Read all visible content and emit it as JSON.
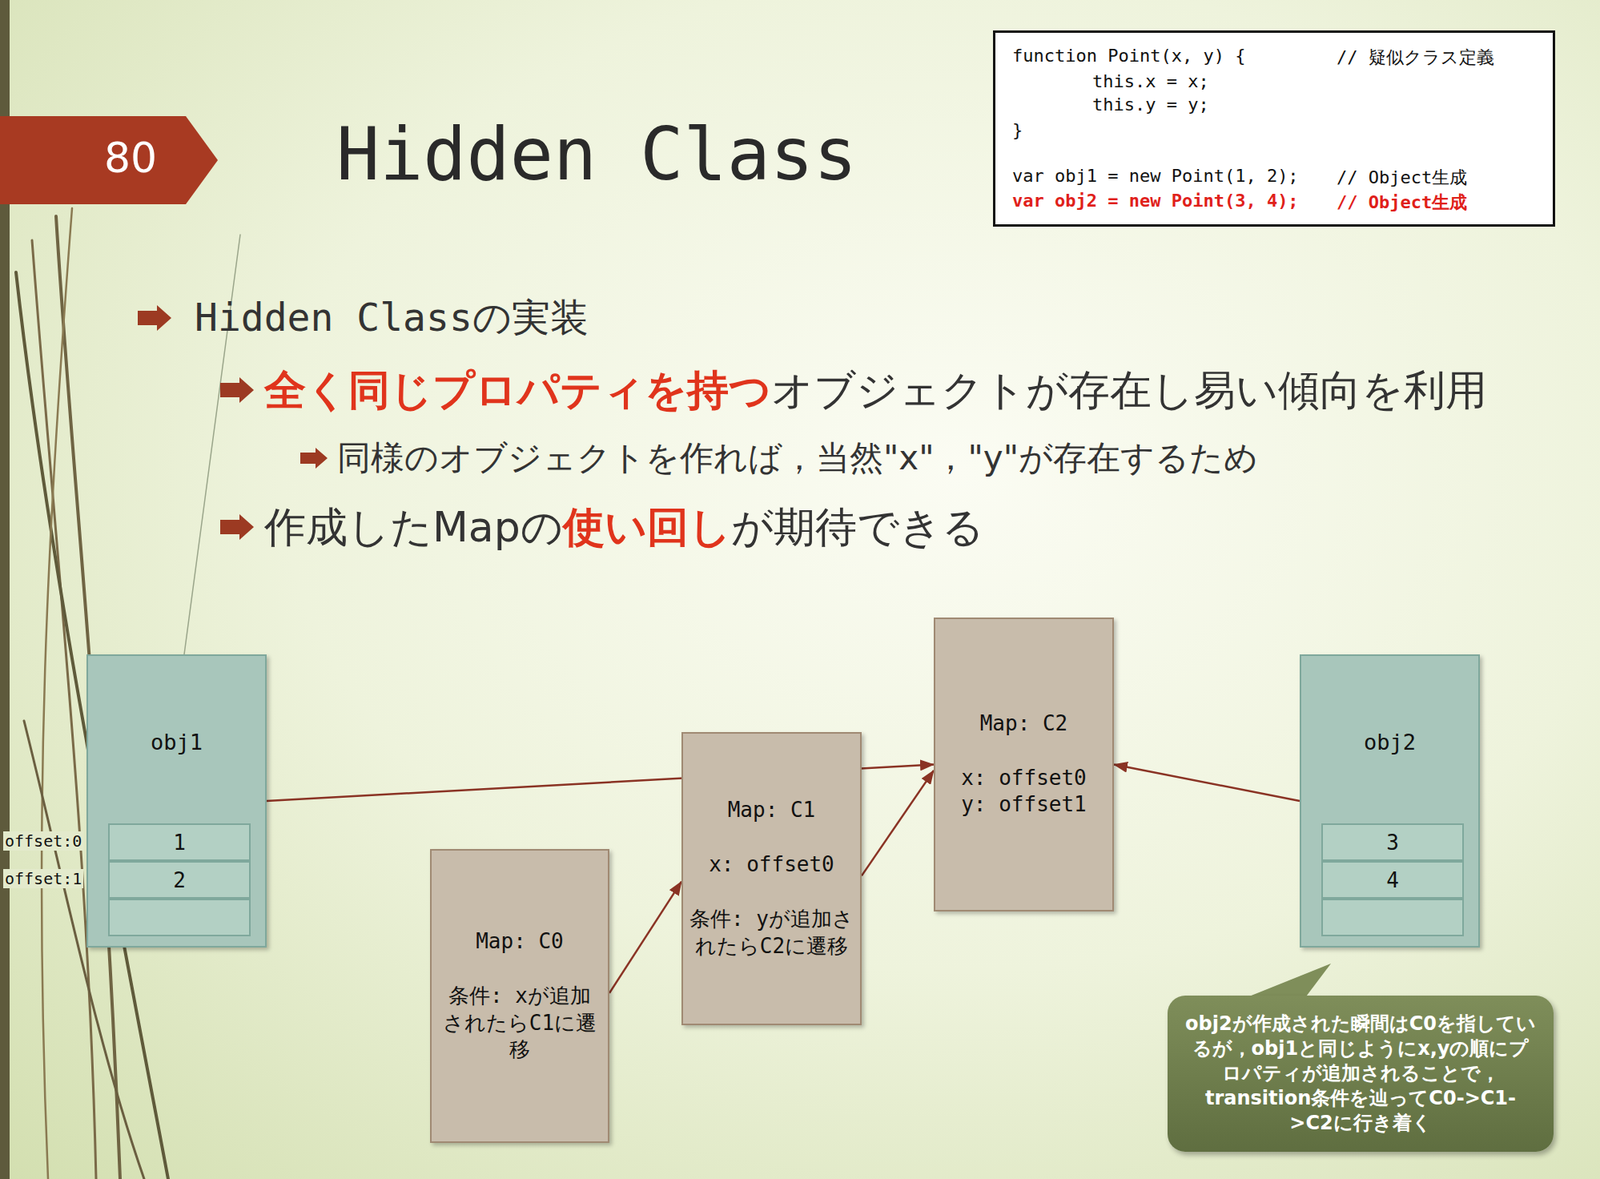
{
  "diagram": {
    "title": "Hidden Class",
    "nodes": [
      {
        "text": [
          "function Point(x, y) {",
          "// 疑似クラス定義",
          "this.x = x;",
          "this.y = y;",
          "}",
          "var obj1 = new Point(1, 2);",
          "// Object生成",
          "var obj2 = new Point(3, 4);",
          "// Object生成"
        ]
      },
      {
        "text": [
          "obj1"
        ]
      },
      {
        "text": [
          "1"
        ],
        "in": 1
      },
      {
        "text": [
          "2"
        ],
        "in": 1
      },
      {
        "text": [
          "Map: C0",
          "条件: xが追加されたらC1に遷移"
        ]
      },
      {
        "text": [
          "Map: C1",
          "x: offset0",
          "条件: yが追加されたらC2に遷移"
        ]
      },
      {
        "text": [
          "Map: C2",
          "x: offset0 y: offset1"
        ]
      },
      {
        "text": [
          "obj2"
        ]
      },
      {
        "text": [
          "3"
        ],
        "in": 7
      },
      {
        "text": [
          "4"
        ],
        "in": 7
      },
      {
        "text": [
          "obj2が作成された瞬間はC0を指しているが，obj1と同じようにx,yの順にプロパティが追加されることで，transition条件を辿ってC0->C1->C2に行き着く"
        ]
      }
    ],
    "edges": [
      {
        "from": 1,
        "to": 6,
        "arrow": "to"
      },
      {
        "from": 4,
        "to": 5,
        "arrow": "to"
      },
      {
        "from": 5,
        "to": 6,
        "arrow": "to"
      },
      {
        "from": 7,
        "to": 6,
        "arrow": "to"
      }
    ],
    "labels": [
      "80",
      "Hidden Classの実装",
      "全く同じプロパティを持つ",
      "オブジェクトが存在し易い傾向を利用",
      "同様のオブジェクトを作れば，当然\"x\"，\"y\"が存在するため",
      "作成したMapの",
      "使い回し",
      "が期待できる",
      "offset:0",
      "offset:1"
    ]
  }
}
